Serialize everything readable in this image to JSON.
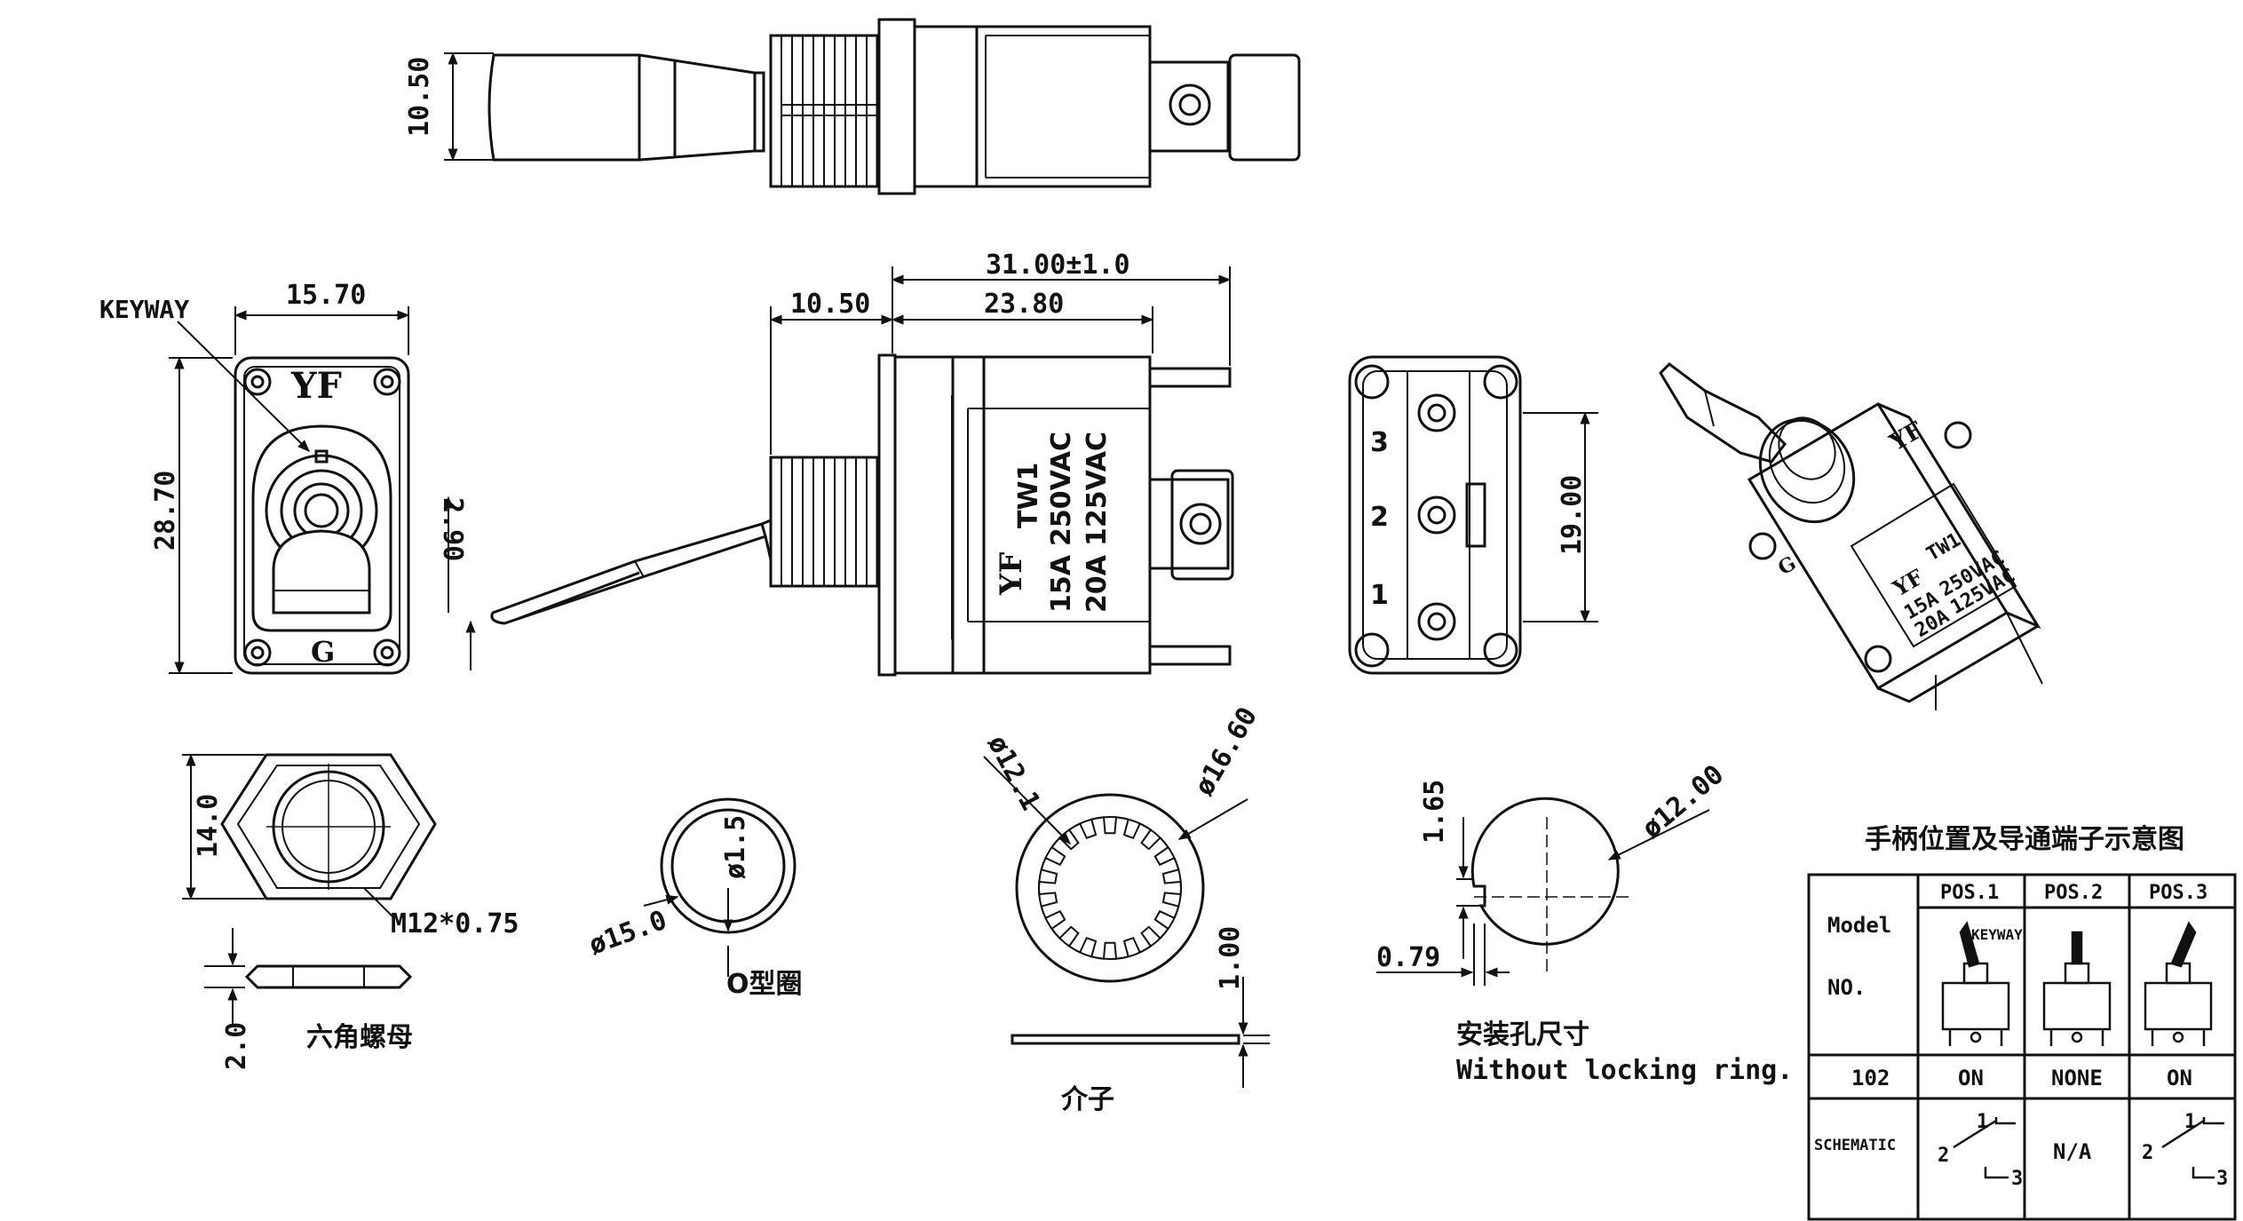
{
  "dims": {
    "top_height": "10.50",
    "front_width": "15.70",
    "front_height": "28.70",
    "keyway": "KEYWAY",
    "overall_length": "31.00±1.0",
    "body_length": "23.80",
    "handle_length": "10.50",
    "handle_angle": "2.90",
    "rear_height": "19.00",
    "nut_width": "14.0",
    "nut_thread": "M12*0.75",
    "nut_thick": "2.0",
    "oring_od": "ø15.0",
    "oring_cs": "ø1.5",
    "washer_id": "ø12.1",
    "washer_od": "ø16.60",
    "washer_thick": "1.00",
    "hole_dia": "ø12.00",
    "hole_key": "1.65",
    "hole_key_w": "0.79"
  },
  "markings": {
    "brand": "YF",
    "g": "G",
    "model": "TW1",
    "rating1a": "15A",
    "rating1b": "250VAC",
    "rating2a": "20A",
    "rating2b": "125VAC",
    "pin1": "1",
    "pin2": "2",
    "pin3": "3"
  },
  "captions": {
    "hex_nut": "六角螺母",
    "oring": "O型圈",
    "washer": "介子",
    "mount_hole": "安装孔尺寸",
    "mount_note": "Without locking ring."
  },
  "table": {
    "title": "手柄位置及导通端子示意图",
    "model_label": "Model",
    "no_label": "NO.",
    "headers": [
      "POS.1",
      "POS.2",
      "POS.3"
    ],
    "keyway": "KEYWAY",
    "row_id": "102",
    "row_values": [
      "ON",
      "NONE",
      "ON"
    ],
    "schematic_label": "SCHEMATIC",
    "schematic_mid": "N/A",
    "sch_1": "1",
    "sch_2": "2",
    "sch_3": "3"
  }
}
